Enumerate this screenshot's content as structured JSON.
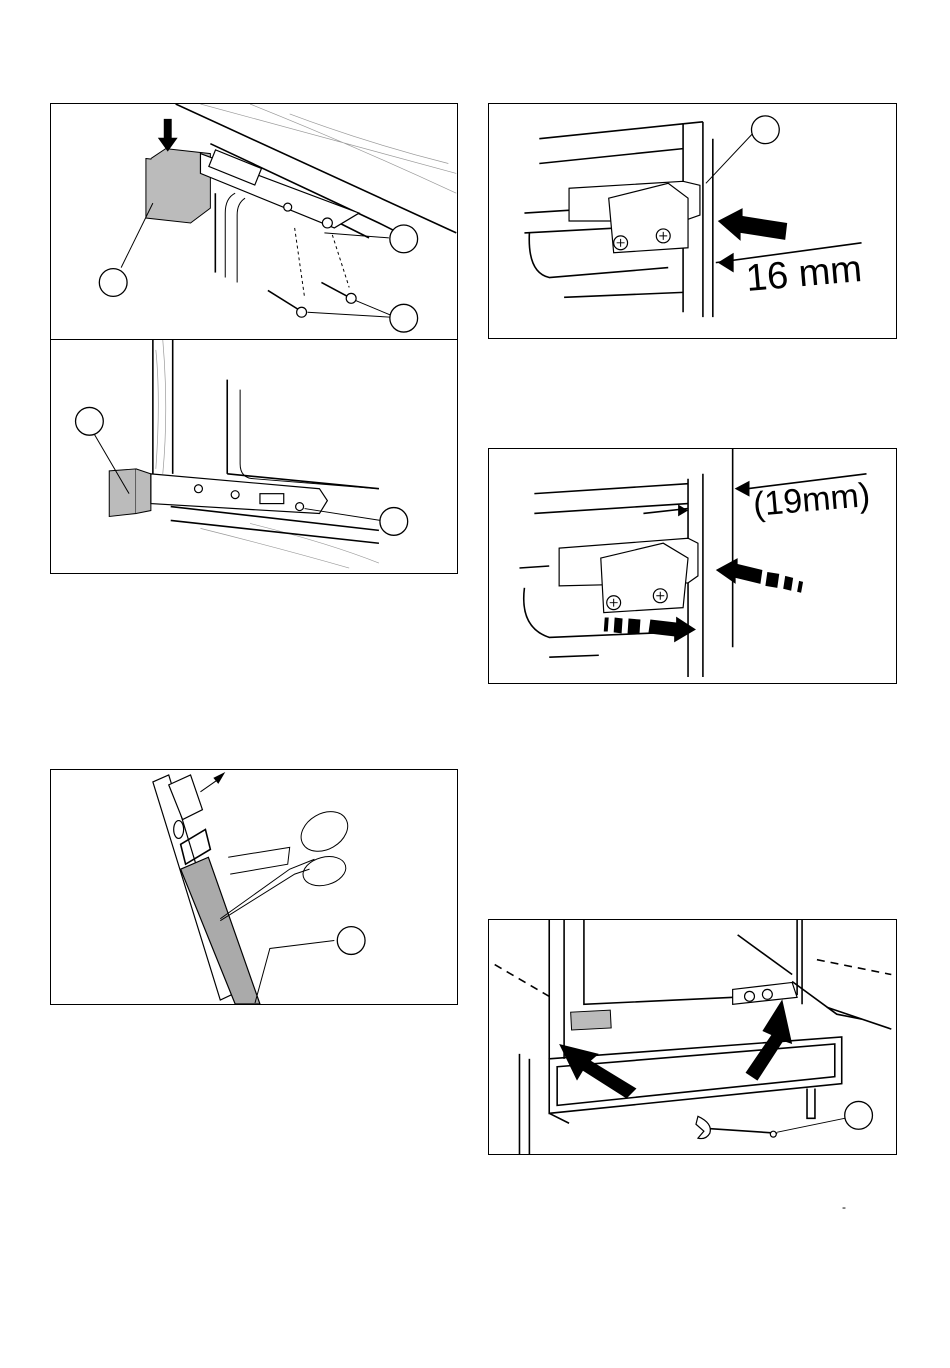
{
  "figures": [
    {
      "id": "hinge-rail-screw",
      "callouts": 3
    },
    {
      "id": "hinge-rail-mounted",
      "callouts": 2
    },
    {
      "id": "hinge-gap-16",
      "dimension": "16 mm",
      "callouts": 1
    },
    {
      "id": "hinge-gap-19",
      "dimension": "(19mm)",
      "callouts": 0
    },
    {
      "id": "cut-strip",
      "callouts": 1
    },
    {
      "id": "base-plinth",
      "callouts": 1
    }
  ],
  "footer": {
    "mark": "-"
  }
}
